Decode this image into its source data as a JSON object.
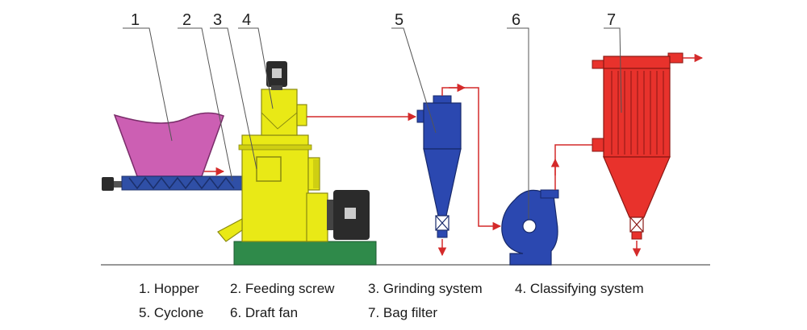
{
  "callouts": [
    "1",
    "2",
    "3",
    "4",
    "5",
    "6",
    "7"
  ],
  "legend": [
    "1. Hopper",
    "2. Feeding screw",
    "3. Grinding system",
    "4. Classifying system",
    "5. Cyclone",
    "6. Draft fan",
    "7. Bag filter"
  ],
  "colors": {
    "hopper": "#cc5fb3",
    "screw": "#2f4fa6",
    "mill": "#e9e916",
    "base": "#2f8a4a",
    "motor": "#2b2b2b",
    "cyclone": "#2b48b0",
    "fan": "#2b48b0",
    "bag_filter": "#e8322c",
    "pipe": "#d42a2a",
    "leader": "#555555"
  }
}
